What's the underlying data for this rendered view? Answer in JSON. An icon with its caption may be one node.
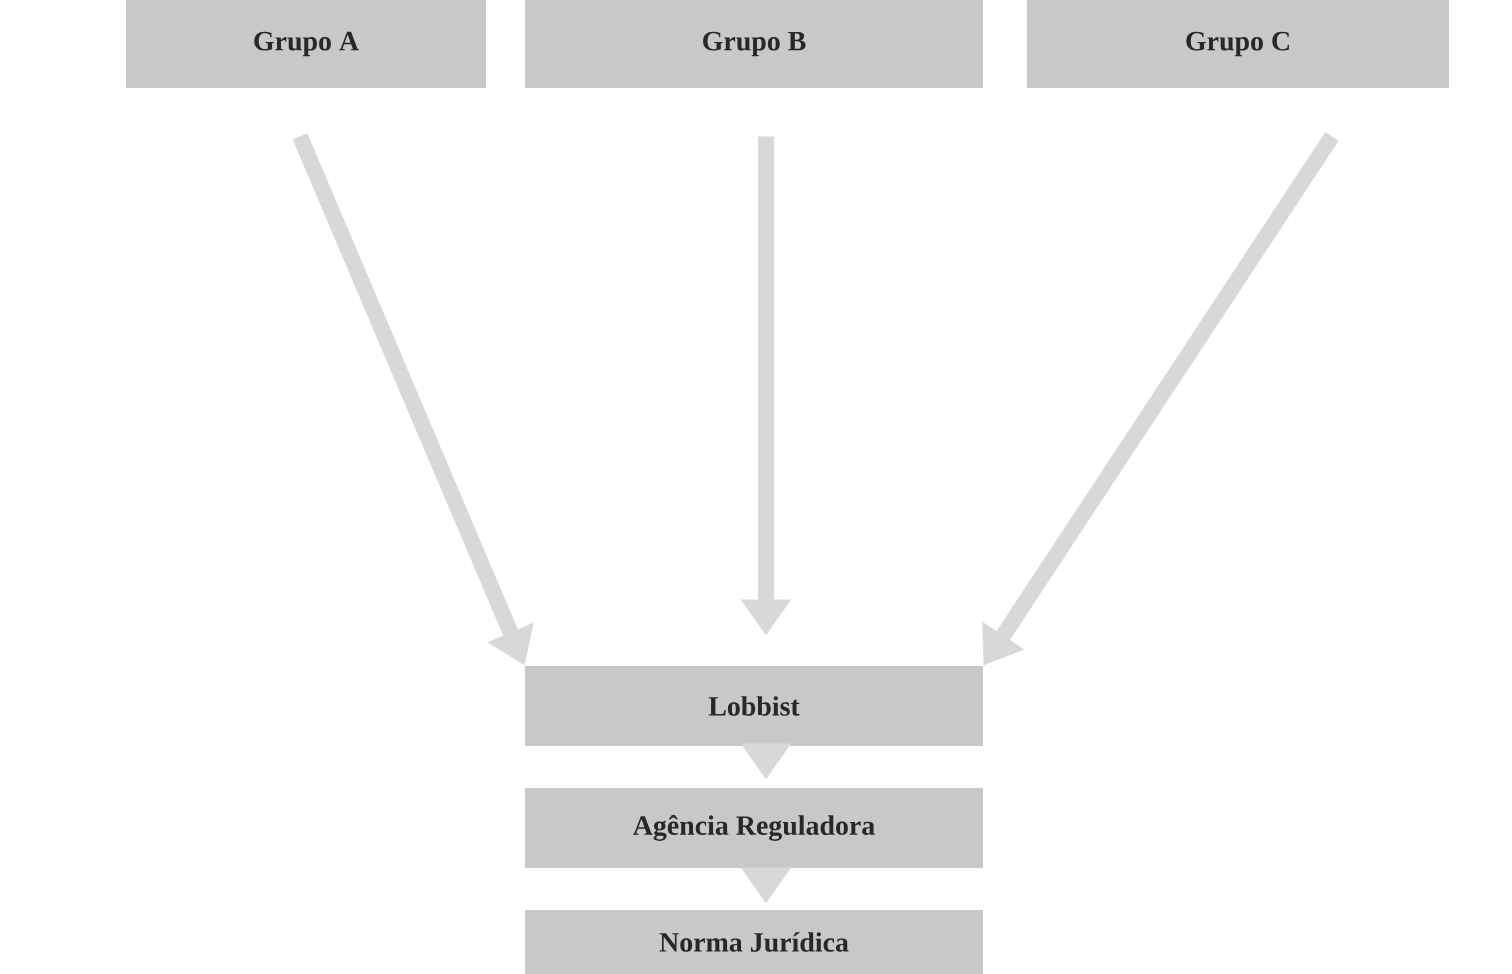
{
  "diagram": {
    "nodes": [
      {
        "text": [
          "Grupo A"
        ]
      },
      {
        "text": [
          "Grupo B"
        ]
      },
      {
        "text": [
          "Grupo C"
        ]
      },
      {
        "text": [
          "Lobbist"
        ]
      },
      {
        "text": [
          "Agência Reguladora"
        ]
      },
      {
        "text": [
          "Norma Jurídica"
        ]
      }
    ],
    "edges": [
      {
        "from": 0,
        "to": 3,
        "arrow": "to"
      },
      {
        "from": 1,
        "to": 3,
        "arrow": "to"
      },
      {
        "from": 2,
        "to": 3,
        "arrow": "to"
      },
      {
        "from": 3,
        "to": 4,
        "arrow": "to"
      },
      {
        "from": 4,
        "to": 5,
        "arrow": "to"
      }
    ]
  }
}
